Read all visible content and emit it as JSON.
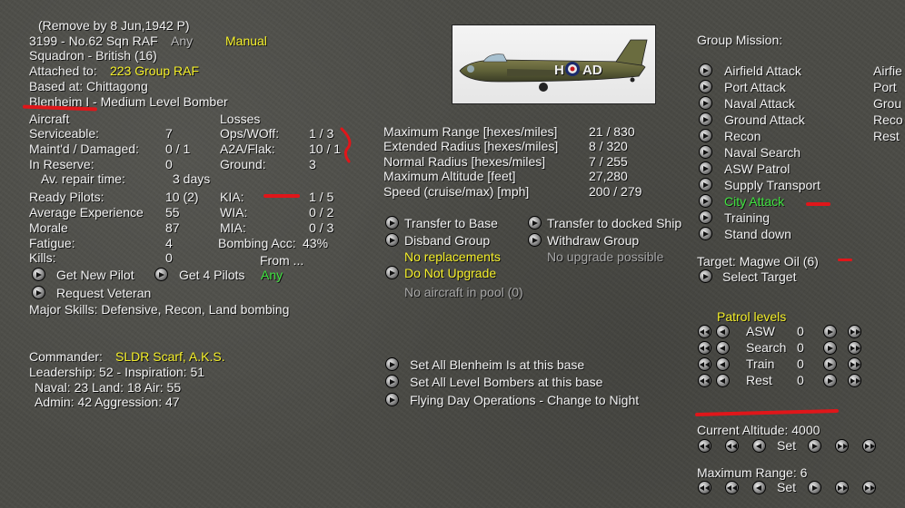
{
  "unit": {
    "remove_by": "(Remove by  8 Jun,1942  P)",
    "id_name": "3199 - No.62 Sqn RAF",
    "any": "Any",
    "mode": "Manual",
    "squadron": "Squadron - British (16)",
    "attached_label": "Attached to:",
    "attached_value": "223 Group RAF",
    "based_at": "Based at:  Chittagong",
    "aircraft_type": "Blenheim I - Medium Level Bomber"
  },
  "aircraft": {
    "header": "Aircraft",
    "serviceable_label": "Serviceable:",
    "serviceable": "7",
    "maintd_label": "Maint'd / Damaged:",
    "maintd": "0 / 1",
    "reserve_label": "In Reserve:",
    "reserve": "0",
    "repair_label": "Av. repair time:",
    "repair": "3 days"
  },
  "losses": {
    "header": "Losses",
    "ops_label": "Ops/WOff:",
    "ops": "1 / 3",
    "a2a_label": "A2A/Flak:",
    "a2a": "10 / 1",
    "ground_label": "Ground:",
    "ground": "3"
  },
  "pilots": {
    "ready_label": "Ready Pilots:",
    "ready": "10 (2)",
    "exp_label": "Average Experience",
    "exp": "55",
    "morale_label": "Morale",
    "morale": "87",
    "fatigue_label": "Fatigue:",
    "fatigue": "4",
    "kills_label": "Kills:",
    "kills": "0",
    "kia_label": "KIA:",
    "kia": "1 / 5",
    "wia_label": "WIA:",
    "wia": "0 / 2",
    "mia_label": "MIA:",
    "mia": "0 / 3",
    "bombing_label": "Bombing Acc:",
    "bombing": "43%",
    "from": "From ...",
    "any": "Any"
  },
  "actions": {
    "get_new_pilot": "Get New Pilot",
    "get_4_pilots": "Get 4 Pilots",
    "request_veteran": "Request Veteran",
    "major_skills": "Major Skills: Defensive, Recon, Land bombing",
    "transfer_base": "Transfer to Base",
    "transfer_ship": "Transfer to docked Ship",
    "disband": "Disband Group",
    "withdraw": "Withdraw Group",
    "no_replacements": "No replacements",
    "no_upgrade_possible": "No upgrade possible",
    "do_not_upgrade": "Do Not Upgrade",
    "no_aircraft_pool": "No aircraft in pool (0)",
    "set_all_blenheim": "Set All Blenheim Is at this base",
    "set_all_level": "Set All Level Bombers at this base",
    "flying_day": "Flying Day Operations - Change to Night"
  },
  "stats": {
    "max_range_label": "Maximum Range [hexes/miles]",
    "max_range": "21 / 830",
    "ext_radius_label": "Extended Radius [hexes/miles]",
    "ext_radius": "8 / 320",
    "norm_radius_label": "Normal Radius [hexes/miles]",
    "norm_radius": "7 / 255",
    "max_alt_label": "Maximum Altitude [feet]",
    "max_alt": "27,280",
    "speed_label": "Speed (cruise/max) [mph]",
    "speed": "200 / 279"
  },
  "plane_roundel": "H",
  "plane_code": "AD",
  "commander": {
    "label": "Commander:",
    "name": "SLDR Scarf, A.K.S.",
    "leadership": "Leadership: 52 - Inspiration: 51",
    "naval": "Naval: 23  Land: 18  Air: 55",
    "admin": "Admin: 42  Aggression: 47"
  },
  "mission": {
    "header": "Group Mission:",
    "items": [
      "Airfield Attack",
      "Port Attack",
      "Naval Attack",
      "Ground Attack",
      "Recon",
      "Naval Search",
      "ASW Patrol",
      "Supply Transport",
      "City Attack",
      "Training",
      "Stand down"
    ],
    "side_items": [
      "Airfie",
      "Port",
      "Grou",
      "Reco",
      "Rest"
    ],
    "target": "Target: Magwe Oil  (6)",
    "select_target": "Select Target"
  },
  "patrol": {
    "header": "Patrol levels",
    "rows": [
      {
        "label": "ASW",
        "value": "0"
      },
      {
        "label": "Search",
        "value": "0"
      },
      {
        "label": "Train",
        "value": "0"
      },
      {
        "label": "Rest",
        "value": "0"
      }
    ]
  },
  "altitude": {
    "label": "Current Altitude: 4000",
    "set": "Set"
  },
  "range": {
    "label": "Maximum Range: 6",
    "set": "Set"
  },
  "colors": {
    "yellow": "#f5f02a",
    "green": "#3fe23f",
    "red_mark": "#e0161a"
  }
}
